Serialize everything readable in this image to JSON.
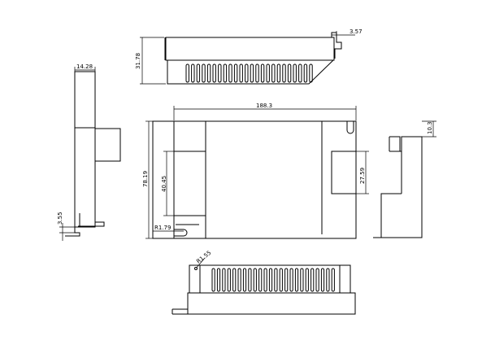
{
  "drawing": {
    "dims": {
      "top_pin_offset": "3.57",
      "top_height": "31.78",
      "side_depth": "14.28",
      "side_tab": "3.55",
      "overall_length": "188.3",
      "overall_width": "78.19",
      "inner_height": "40.45",
      "inner_right": "27.59",
      "hole_offset": "R1.79",
      "right_tab": "10.3",
      "bottom_radius": "R1.55"
    }
  }
}
